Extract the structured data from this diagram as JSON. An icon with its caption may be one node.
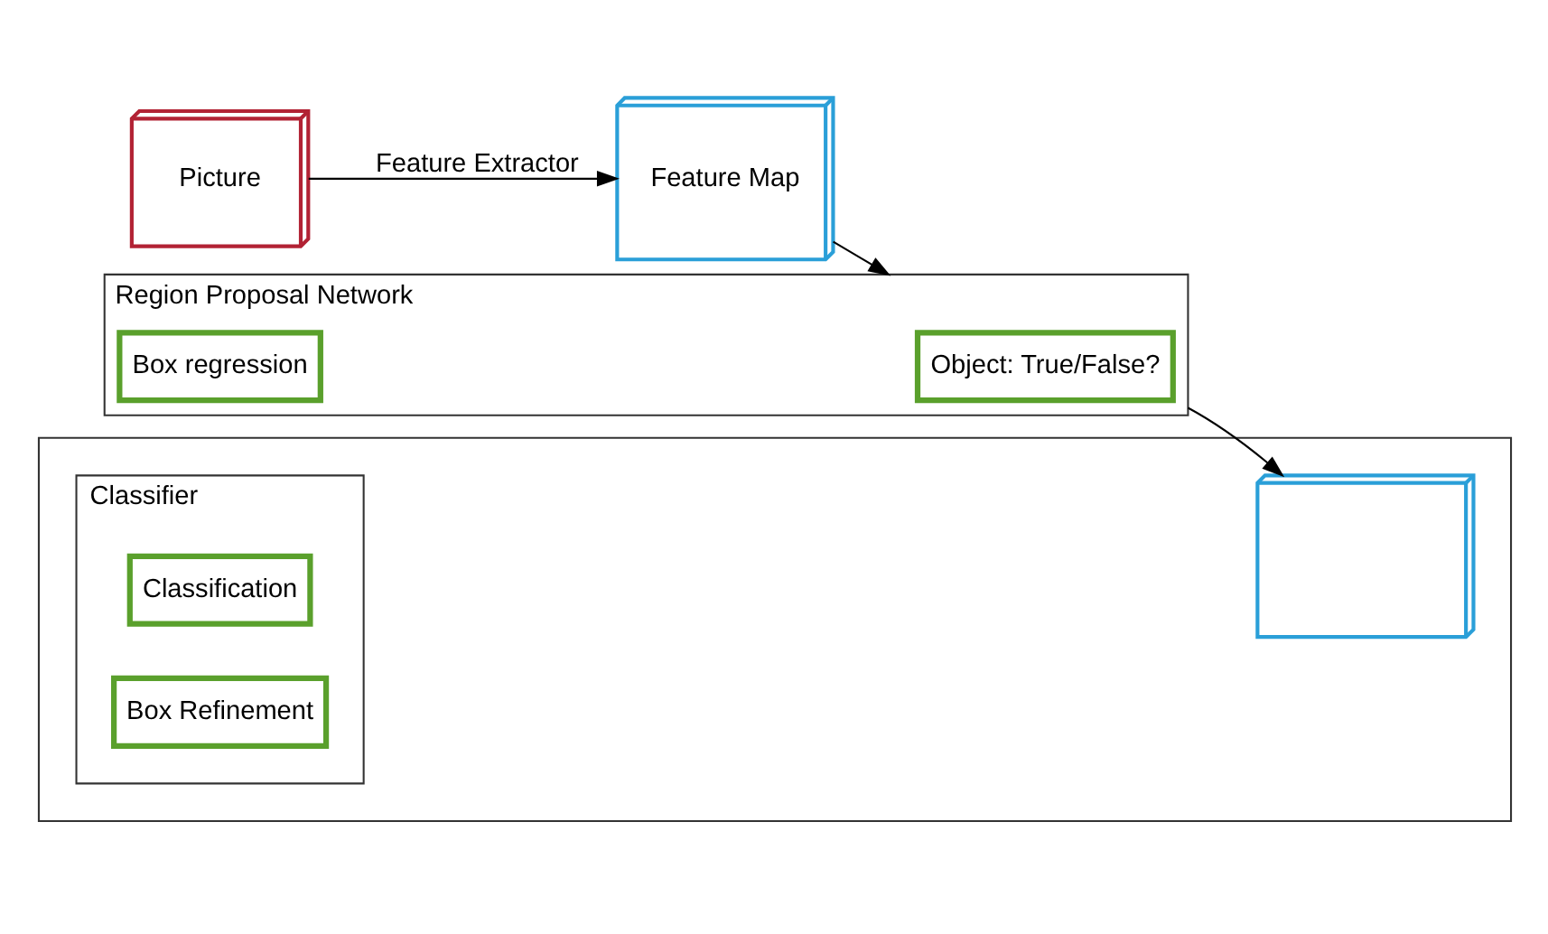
{
  "diagram": {
    "nodes": [
      {
        "text": [
          "Picture"
        ]
      },
      {
        "text": [
          "Feature Map"
        ]
      },
      {
        "text": [
          "Region Proposal Network"
        ]
      },
      {
        "text": [
          "Object: True/False?"
        ],
        "in": 2
      },
      {
        "text": [
          "Box regression"
        ],
        "in": 2
      },
      {
        "text": [],
        "shape": "box"
      },
      {
        "text": [],
        "shape": "box",
        "in": 5
      },
      {
        "text": [
          "Classifier"
        ],
        "in": 5
      },
      {
        "text": [
          "Classification"
        ],
        "in": 7
      },
      {
        "text": [
          "Box Refinement"
        ],
        "in": 7
      }
    ],
    "edges": [
      {
        "from": 0,
        "to": 1,
        "arrow": "to",
        "label": "Feature Extractor"
      },
      {
        "from": 1,
        "to": 2,
        "arrow": "to"
      },
      {
        "from": 2,
        "to": 6,
        "arrow": "to"
      }
    ]
  }
}
